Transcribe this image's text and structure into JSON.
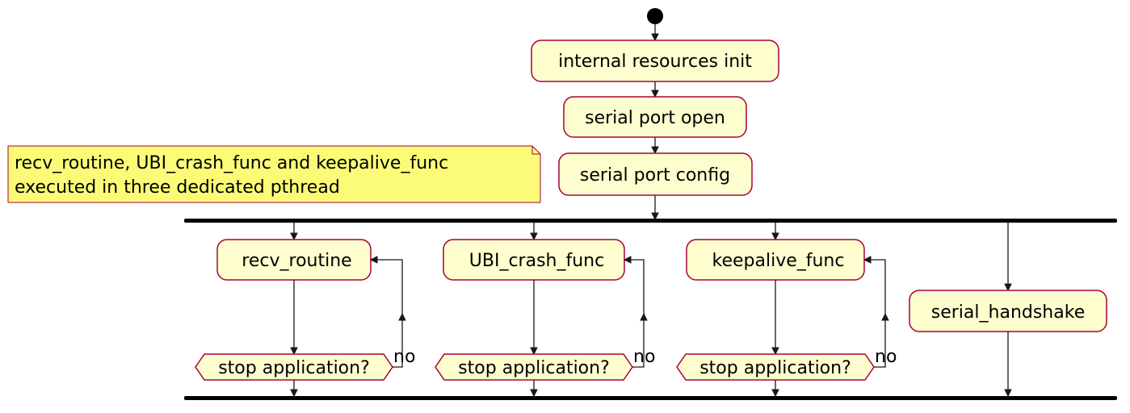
{
  "colors": {
    "node_fill": "#FEFECE",
    "node_border": "#A80036",
    "note_fill": "#FBFB77",
    "note_border": "#A80036",
    "line": "#181818",
    "bar": "#000000"
  },
  "nodes": {
    "init": "internal resources init",
    "open": "serial port open",
    "config": "serial port config",
    "recv": " recv_routine",
    "crash": " UBI_crash_func",
    "keepalive": " keepalive_func",
    "handshake": "serial_handshake"
  },
  "decisions": {
    "recv": "stop application?",
    "crash": "stop application?",
    "keepalive": "stop application?"
  },
  "loop_labels": {
    "recv": "no",
    "crash": "no",
    "keepalive": "no"
  },
  "note": {
    "line1": "recv_routine, UBI_crash_func and keepalive_func",
    "line2": "executed in three dedicated pthread"
  }
}
